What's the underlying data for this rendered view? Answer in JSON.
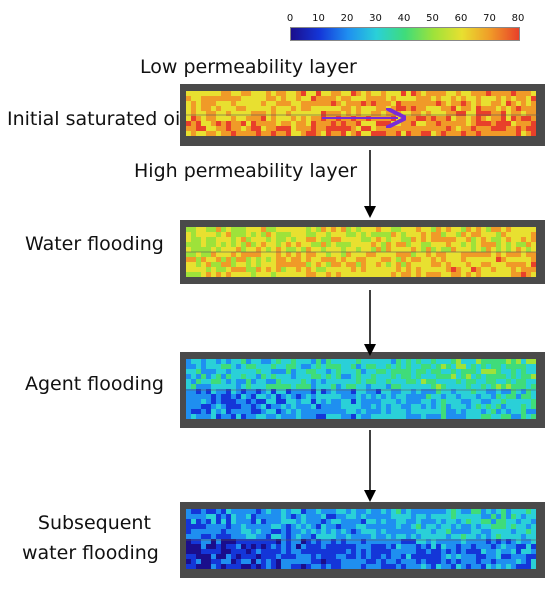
{
  "colorbar": {
    "ticks": [
      "0",
      "10",
      "20",
      "30",
      "40",
      "50",
      "60",
      "70",
      "80"
    ],
    "colors": [
      "#1a0e8c",
      "#1436d8",
      "#1f8ff0",
      "#2ad0d8",
      "#3fdc7a",
      "#9ee23a",
      "#e8e030",
      "#f09a28",
      "#e8402a"
    ]
  },
  "top_label": "Low permeability layer",
  "middle_label": "High permeability layer",
  "panels": [
    {
      "label_lines": [
        "Initial saturated oil"
      ],
      "oil": 0.88
    },
    {
      "label_lines": [
        "Water flooding"
      ],
      "oil": 0.78
    },
    {
      "label_lines": [
        "Agent flooding"
      ],
      "oil": 0.42
    },
    {
      "label_lines": [
        "Subsequent",
        "water flooding"
      ],
      "oil": 0.3
    }
  ],
  "colors": {
    "frame": "#4a4a4a",
    "arrow": "#7a2bd6",
    "flow_arrows": "#000000"
  }
}
